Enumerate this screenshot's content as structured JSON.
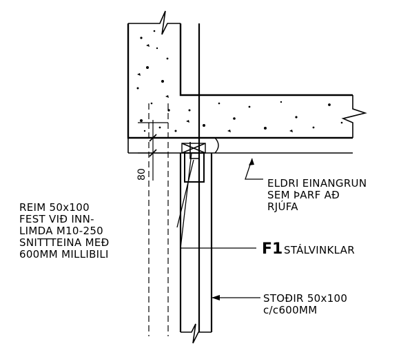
{
  "labels": {
    "old_insulation": [
      "ELDRI EINANGRUN",
      "SEM ÞARF AÐ",
      "RJÚFA"
    ],
    "beam": [
      "REIM 50x100",
      "FEST VIÐ INN-",
      "LIMDA M10-250",
      "SNITTTEINA MEÐ",
      "600MM MILLIBILI"
    ],
    "angle_code": "F1",
    "angle_text": "STÁLVINKLAR",
    "studs": [
      "STOÐIR 50x100",
      "c/c600MM"
    ],
    "dimension": "80"
  }
}
